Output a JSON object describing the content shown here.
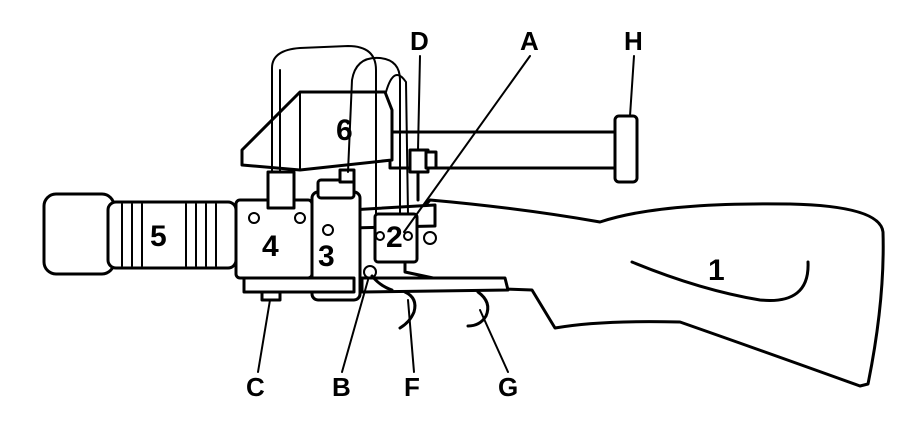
{
  "part_numbers": {
    "n1": "1",
    "n2": "2",
    "n3": "3",
    "n4": "4",
    "n5": "5",
    "n6": "6"
  },
  "callouts": {
    "A": "A",
    "B": "B",
    "C": "C",
    "D": "D",
    "F": "F",
    "G": "G",
    "H": "H"
  }
}
